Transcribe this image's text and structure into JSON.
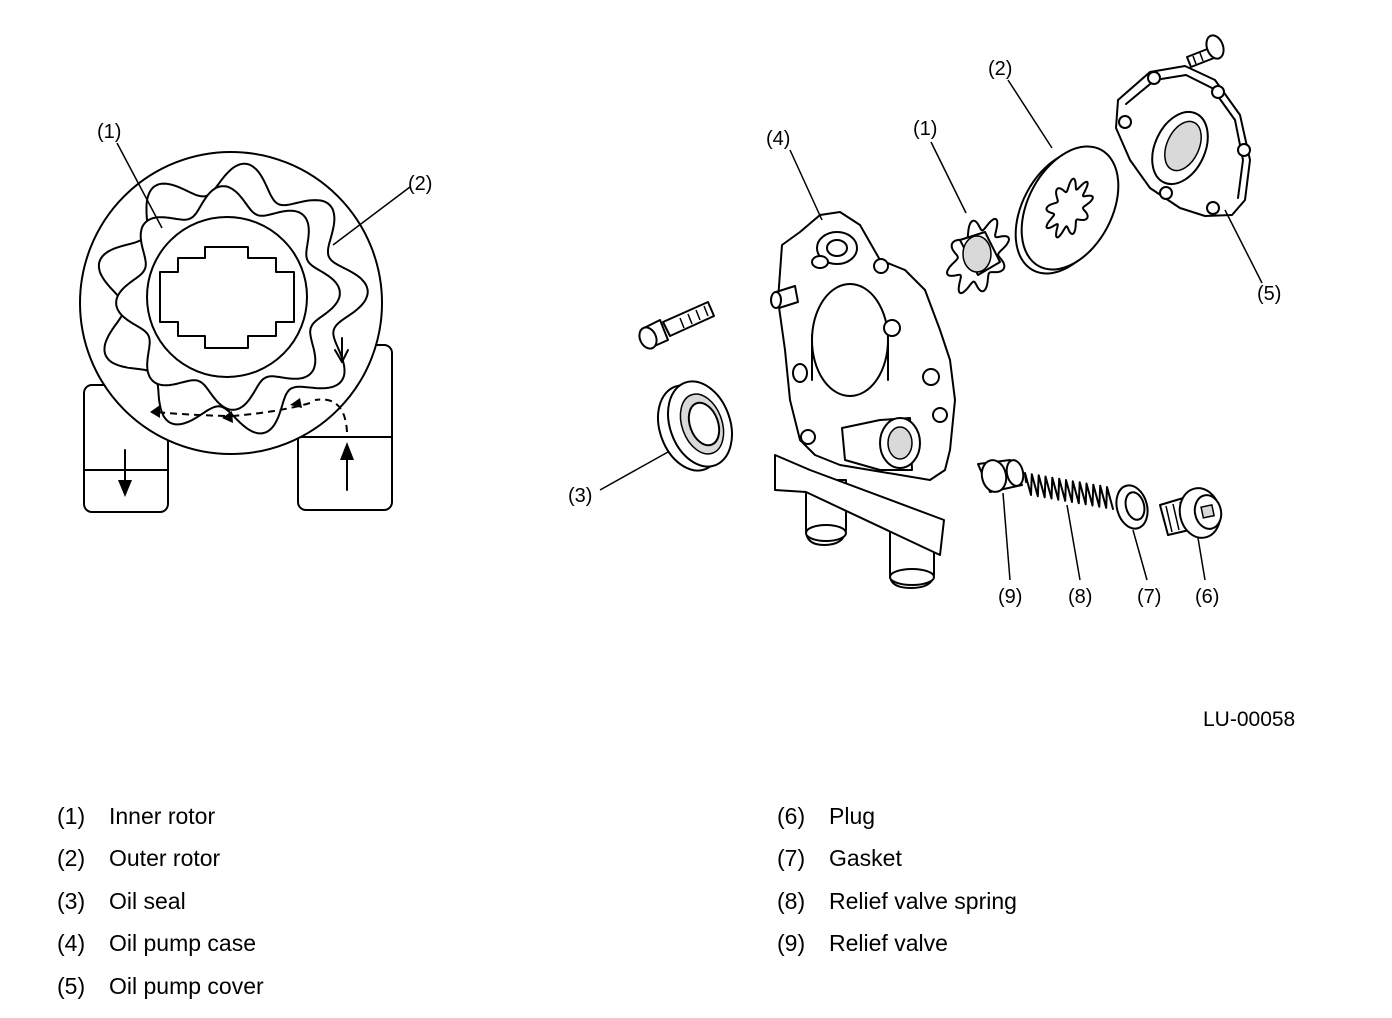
{
  "callouts": {
    "rotor_inner": "(1)",
    "rotor_outer": "(2)",
    "exp_oil_seal": "(3)",
    "exp_case": "(4)",
    "exp_inner": "(1)",
    "exp_outer": "(2)",
    "exp_cover": "(5)",
    "exp_plug": "(6)",
    "exp_gasket": "(7)",
    "exp_spring": "(8)",
    "exp_valve": "(9)"
  },
  "figure_id": "LU-00058",
  "legend": {
    "left": [
      {
        "num": "(1)",
        "label": "Inner rotor"
      },
      {
        "num": "(2)",
        "label": "Outer rotor"
      },
      {
        "num": "(3)",
        "label": "Oil seal"
      },
      {
        "num": "(4)",
        "label": "Oil pump case"
      },
      {
        "num": "(5)",
        "label": "Oil pump cover"
      }
    ],
    "right": [
      {
        "num": "(6)",
        "label": "Plug"
      },
      {
        "num": "(7)",
        "label": "Gasket"
      },
      {
        "num": "(8)",
        "label": "Relief valve spring"
      },
      {
        "num": "(9)",
        "label": "Relief valve"
      }
    ]
  }
}
